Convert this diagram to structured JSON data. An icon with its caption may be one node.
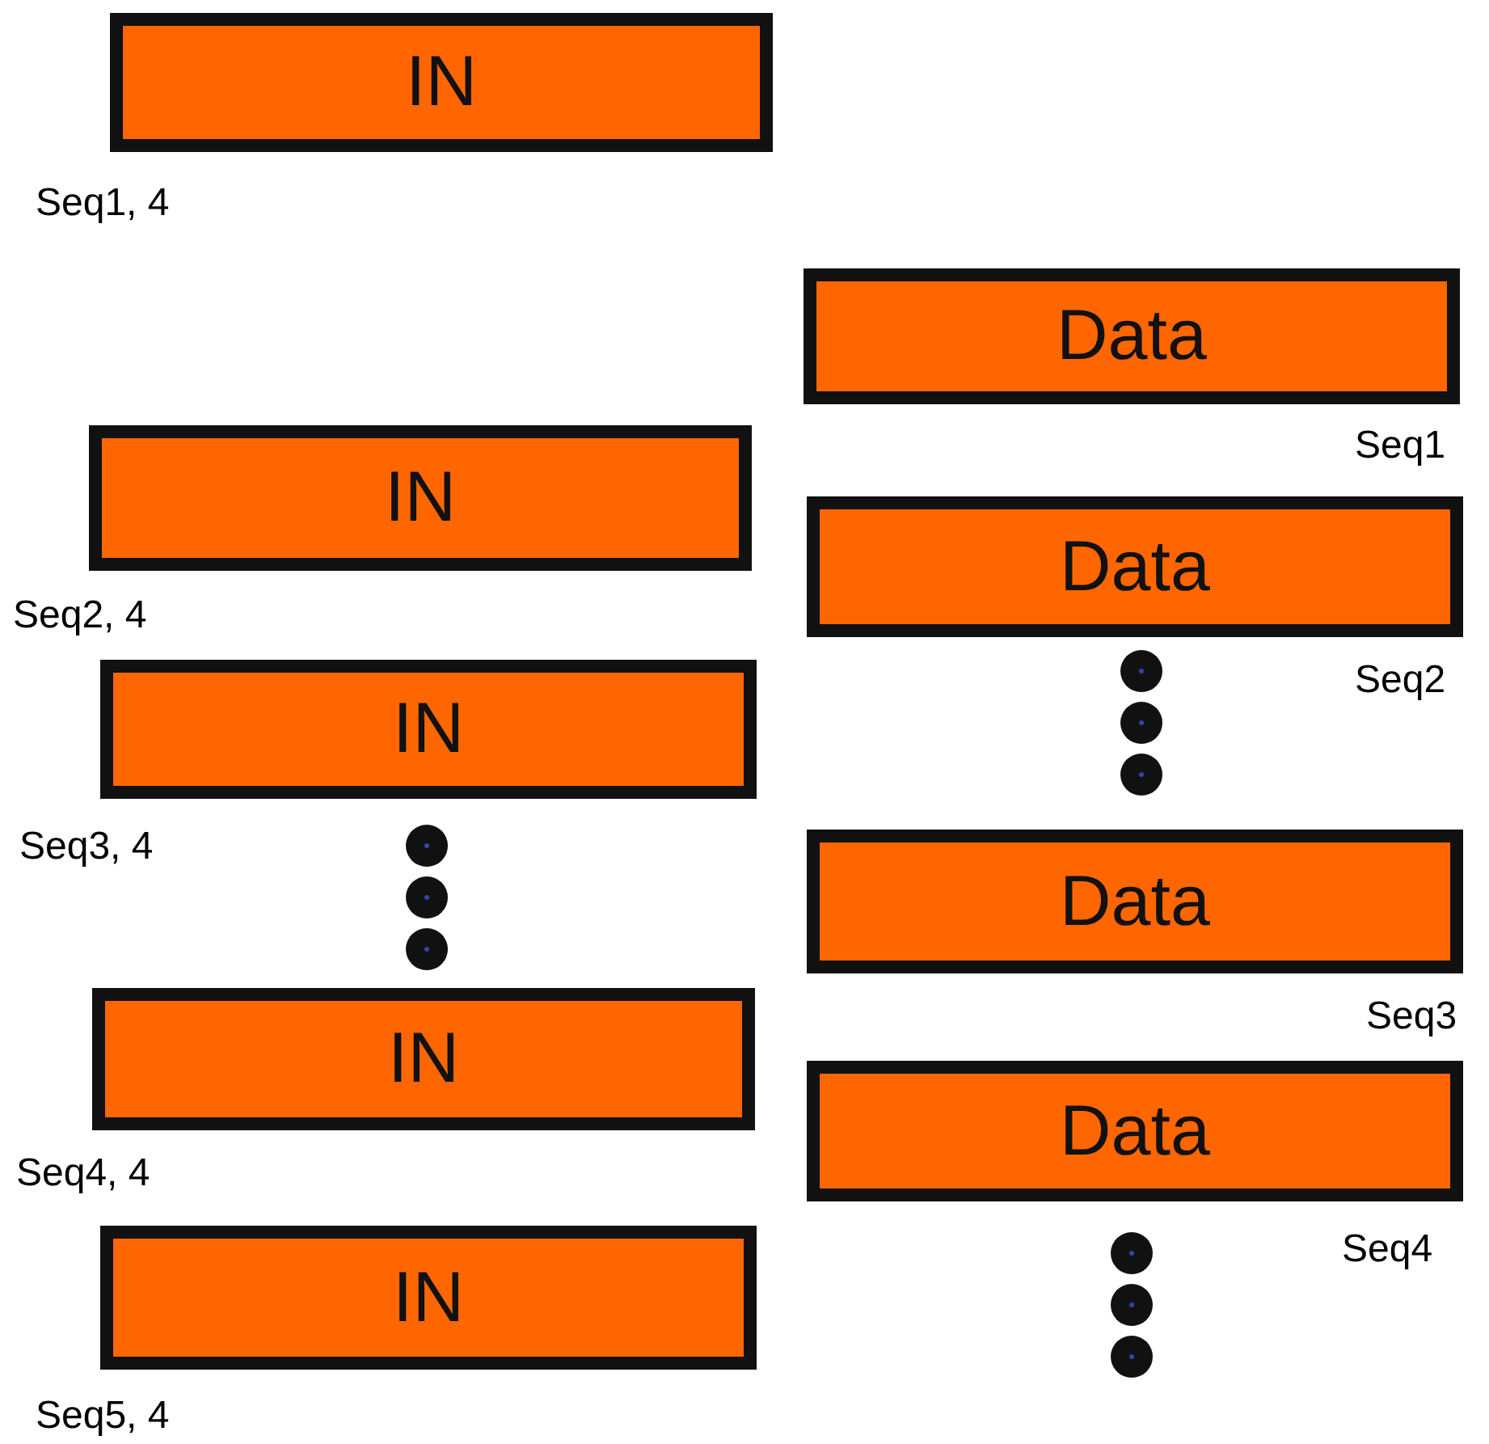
{
  "diagram": {
    "nodes": [
      {
        "text": [
          "IN"
        ],
        "beside": [
          "Seq1, 4"
        ]
      },
      {
        "text": [
          "Data"
        ],
        "beside": [
          "Seq1"
        ]
      },
      {
        "text": [
          "IN"
        ],
        "beside": [
          "Seq2, 4"
        ]
      },
      {
        "text": [
          "Data"
        ],
        "beside": [
          "Seq2"
        ]
      },
      {
        "text": [
          "IN"
        ],
        "beside": [
          "Seq3, 4"
        ]
      },
      {
        "text": [
          "Data"
        ],
        "beside": [
          "Seq3"
        ]
      },
      {
        "text": [
          "IN"
        ],
        "beside": [
          "Seq4, 4"
        ]
      },
      {
        "text": [
          "Data"
        ],
        "beside": [
          "Seq4"
        ]
      },
      {
        "text": [
          "IN"
        ],
        "beside": [
          "Seq5, 4"
        ]
      }
    ],
    "edges": []
  }
}
